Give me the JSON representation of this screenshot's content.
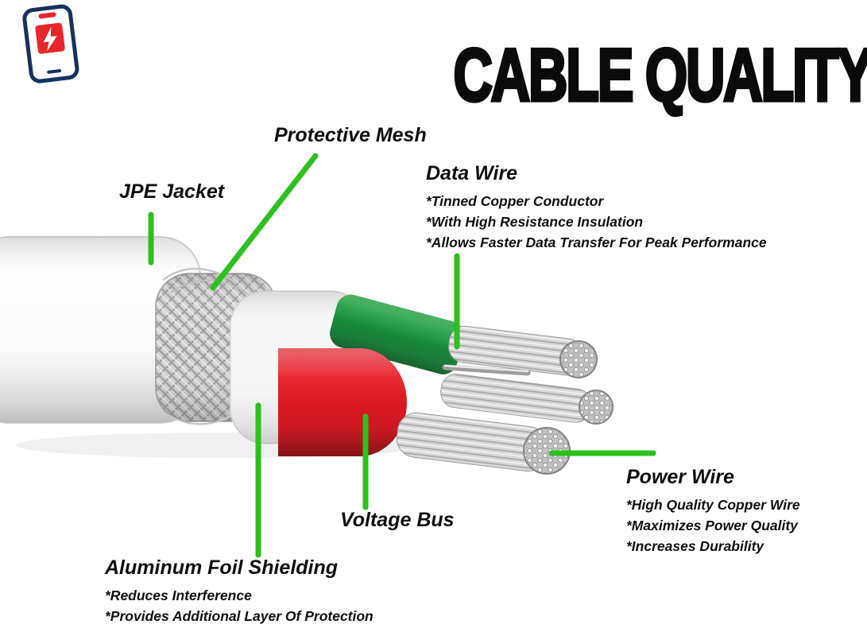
{
  "title": "CABLE QUALITY",
  "logo": {
    "name": "phone-lightning-logo"
  },
  "callouts": {
    "protective_mesh": {
      "label": "Protective Mesh"
    },
    "jpe_jacket": {
      "label": "JPE Jacket"
    },
    "data_wire": {
      "label": "Data Wire",
      "points": [
        "*Tinned Copper Conductor",
        "*With High Resistance Insulation",
        "*Allows Faster Data Transfer For Peak Performance"
      ]
    },
    "power_wire": {
      "label": "Power Wire",
      "points": [
        "*High Quality Copper Wire",
        "*Maximizes Power Quality",
        "*Increases Durability"
      ]
    },
    "voltage_bus": {
      "label": "Voltage Bus"
    },
    "aluminum_foil_shielding": {
      "label": "Aluminum Foil Shielding",
      "points": [
        "*Reduces Interference",
        "*Provides Additional Layer Of Protection"
      ]
    }
  },
  "colors": {
    "callout_line_green": "#2cc11d",
    "title_black": "#0b0b0b",
    "jacket_white": "#ffffff",
    "mesh_silver": "#cdcdcd",
    "voltage_bus_red": "#e02128",
    "data_wire_green": "#17913c",
    "strand_silver": "#d9d9d9",
    "logo_navy": "#16325c",
    "logo_red": "#e8252a"
  }
}
